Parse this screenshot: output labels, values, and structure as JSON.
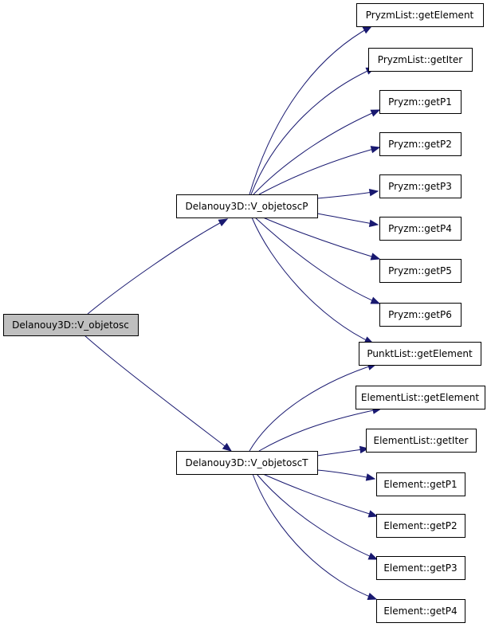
{
  "colors": {
    "edge": "#191970",
    "node_fill": "#ffffff",
    "root_fill": "#bfbfbf",
    "border": "#000000"
  },
  "graph": {
    "nodes": [
      {
        "id": "root",
        "label": "Delanouy3D::V_objetosc",
        "kind": "root"
      },
      {
        "id": "vp",
        "label": "Delanouy3D::V_objetoscP",
        "kind": "function"
      },
      {
        "id": "vt",
        "label": "Delanouy3D::V_objetoscT",
        "kind": "function"
      },
      {
        "id": "plge",
        "label": "PryzmList::getElement",
        "kind": "function"
      },
      {
        "id": "plgi",
        "label": "PryzmList::getIter",
        "kind": "function"
      },
      {
        "id": "pp1",
        "label": "Pryzm::getP1",
        "kind": "function"
      },
      {
        "id": "pp2",
        "label": "Pryzm::getP2",
        "kind": "function"
      },
      {
        "id": "pp3",
        "label": "Pryzm::getP3",
        "kind": "function"
      },
      {
        "id": "pp4",
        "label": "Pryzm::getP4",
        "kind": "function"
      },
      {
        "id": "pp5",
        "label": "Pryzm::getP5",
        "kind": "function"
      },
      {
        "id": "pp6",
        "label": "Pryzm::getP6",
        "kind": "function"
      },
      {
        "id": "pkge",
        "label": "PunktList::getElement",
        "kind": "function"
      },
      {
        "id": "elge",
        "label": "ElementList::getElement",
        "kind": "function"
      },
      {
        "id": "elgi",
        "label": "ElementList::getIter",
        "kind": "function"
      },
      {
        "id": "ep1",
        "label": "Element::getP1",
        "kind": "function"
      },
      {
        "id": "ep2",
        "label": "Element::getP2",
        "kind": "function"
      },
      {
        "id": "ep3",
        "label": "Element::getP3",
        "kind": "function"
      },
      {
        "id": "ep4",
        "label": "Element::getP4",
        "kind": "function"
      }
    ],
    "edges": [
      {
        "from": "root",
        "to": "vp"
      },
      {
        "from": "root",
        "to": "vt"
      },
      {
        "from": "vp",
        "to": "plge"
      },
      {
        "from": "vp",
        "to": "plgi"
      },
      {
        "from": "vp",
        "to": "pp1"
      },
      {
        "from": "vp",
        "to": "pp2"
      },
      {
        "from": "vp",
        "to": "pp3"
      },
      {
        "from": "vp",
        "to": "pp4"
      },
      {
        "from": "vp",
        "to": "pp5"
      },
      {
        "from": "vp",
        "to": "pp6"
      },
      {
        "from": "vp",
        "to": "pkge"
      },
      {
        "from": "vt",
        "to": "pkge"
      },
      {
        "from": "vt",
        "to": "elge"
      },
      {
        "from": "vt",
        "to": "elgi"
      },
      {
        "from": "vt",
        "to": "ep1"
      },
      {
        "from": "vt",
        "to": "ep2"
      },
      {
        "from": "vt",
        "to": "ep3"
      },
      {
        "from": "vt",
        "to": "ep4"
      }
    ]
  }
}
